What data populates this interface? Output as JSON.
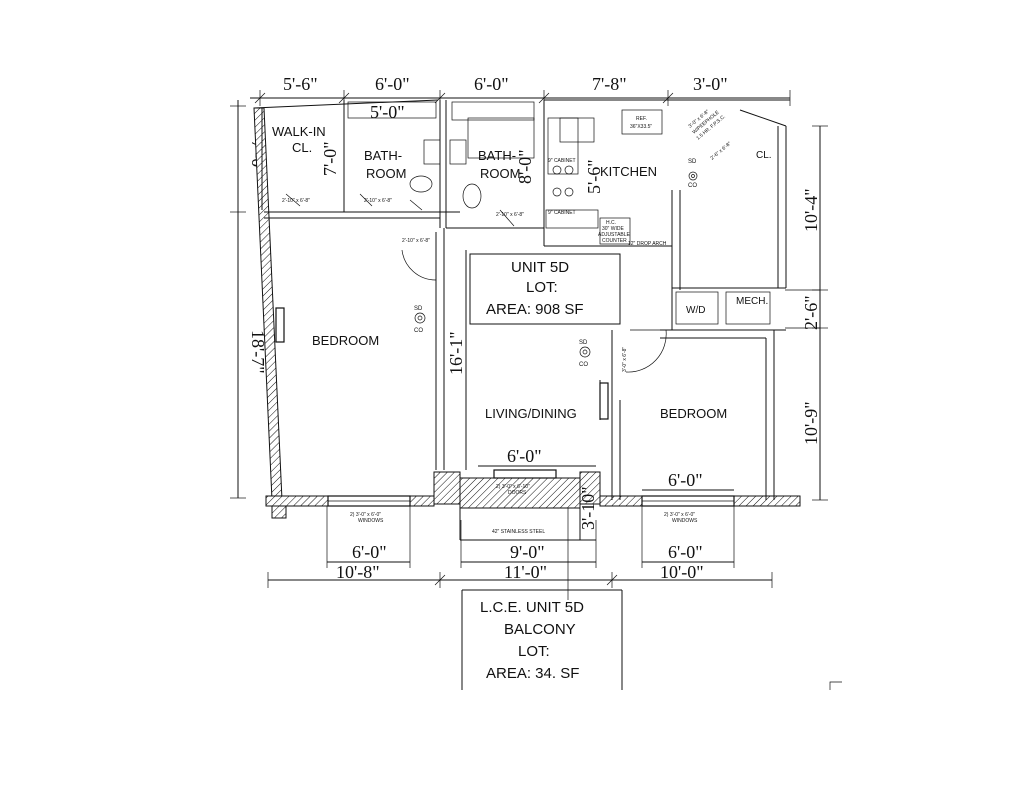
{
  "dimensions": {
    "top": [
      "5'-6\"",
      "6'-0\"",
      "6'-0\"",
      "7'-8\"",
      "3'-0\""
    ],
    "bath_width": "5'-0\"",
    "left_top": "7'-0\"",
    "left_main": "18'-7\"",
    "bath1_height": "7'-0\"",
    "bath2_height": "8'-0\"",
    "kitchen_height": "5'-6\"",
    "right_top": "10'-4\"",
    "right_mid": "2'-6\"",
    "right_bottom": "10'-9\"",
    "living_height": "16'-1\"",
    "balcony_top": "6'-0\"",
    "balcony_depth": "3'-10\"",
    "window_left": "6'-0\"",
    "window_right_top": "6'-0\"",
    "window_right_bottom": "6'-0\"",
    "balcony_width": "9'-0\"",
    "bottom": [
      "10'-8\"",
      "11'-0\"",
      "10'-0\""
    ]
  },
  "rooms": {
    "walkin": [
      "WALK-IN",
      "CL."
    ],
    "bath1": [
      "BATH-",
      "ROOM"
    ],
    "bath2": [
      "BATH-",
      "ROOM"
    ],
    "kitchen": "KITCHEN",
    "closet": "CL.",
    "bedroom_left": "BEDROOM",
    "living": "LIVING/DINING",
    "bedroom_right": "BEDROOM",
    "wd": "W/D",
    "mech": "MECH."
  },
  "notes": {
    "ref": [
      "REF.",
      "36\"X33.5\""
    ],
    "door_closet_left": "2'-10\" x 6'-8\"",
    "door_bath1": "2'-10\" x 6'-8\"",
    "door_bedroom_left": "2'-10\" x 6'-8\"",
    "door_bath2": "2'-10\" x 6'-8\"",
    "cabinet_top": "9\" CABINET",
    "cabinet_bottom": "9\" CABINET",
    "hc": [
      "H.C.",
      "30\" WIDE",
      "ADJUSTABLE",
      "COUNTER"
    ],
    "drop_arch": "12\" DROP ARCH",
    "entry_door": [
      "3'-0\" x 6'-8\"",
      "W/PEEPHOLE",
      "1.5 HR. F.P.S.C."
    ],
    "closet_door": "2'-6\" x 6'-8\"",
    "bedroom_right_door": "3'-0\" x 6'-8\"",
    "sd": "SD",
    "co": "CO",
    "balcony_doors": [
      "2) 3'-0\" x 6'-10\"",
      "DOORS"
    ],
    "stainless": "42\" STAINLESS STEEL",
    "windows_left": [
      "2) 3'-0\" x 6'-0\"",
      "WINDOWS"
    ],
    "windows_right": [
      "2) 3'-0\" x 6'-0\"",
      "WINDOWS"
    ]
  },
  "unit_box": [
    "UNIT 5D",
    "LOT:",
    "AREA: 908 SF"
  ],
  "balcony_box": [
    "L.C.E. UNIT 5D",
    "BALCONY",
    "LOT:",
    "AREA: 34. SF"
  ]
}
